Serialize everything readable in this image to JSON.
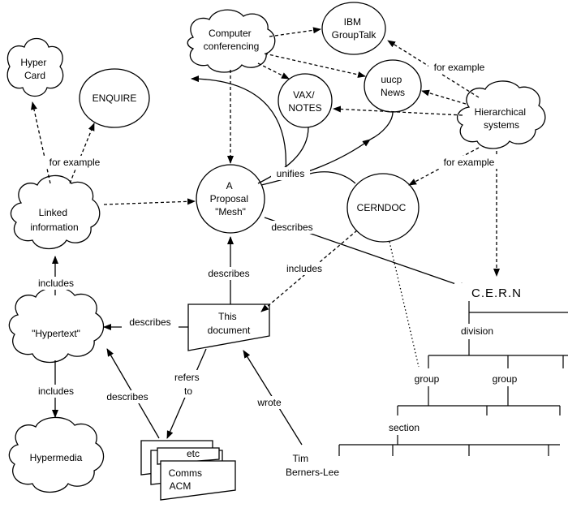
{
  "nodes": {
    "hypercard": [
      "Hyper",
      "Card"
    ],
    "enquire": [
      "ENQUIRE"
    ],
    "computer_conferencing": [
      "Computer",
      "conferencing"
    ],
    "ibm_grouptalk": [
      "IBM",
      "GroupTalk"
    ],
    "uucp_news": [
      "uucp",
      "News"
    ],
    "vax_notes": [
      "VAX/",
      "NOTES"
    ],
    "hierarchical_systems": [
      "Hierarchical",
      "systems"
    ],
    "linked_information": [
      "Linked",
      "information"
    ],
    "proposal_mesh": [
      "A",
      "Proposal",
      "\"Mesh\""
    ],
    "cerndoc": [
      "CERNDOC"
    ],
    "hypertext": [
      "\"Hypertext\""
    ],
    "this_document": [
      "This",
      "document"
    ],
    "hypermedia": [
      "Hypermedia"
    ],
    "comms_acm": [
      "Comms",
      "ACM"
    ],
    "etc": [
      "etc"
    ],
    "tim_berners_lee": [
      "Tim",
      "Berners-Lee"
    ]
  },
  "labels": {
    "for_example_1": "for example",
    "for_example_2": "for example",
    "for_example_3": "for example",
    "unifies": "unifies",
    "describes_mesh_cern": "describes",
    "includes_cerndoc": "includes",
    "describes_doc_mesh": "describes",
    "includes_linked": "includes",
    "describes_doc_hypertext": "describes",
    "includes_hypermedia": "includes",
    "refers_to": [
      "refers",
      "to"
    ],
    "describes_hypertext": "describes",
    "wrote": "wrote"
  },
  "org_tree": {
    "root": "C.E.R.N",
    "division": "division",
    "group_1": "group",
    "group_2": "group",
    "section": "section"
  }
}
